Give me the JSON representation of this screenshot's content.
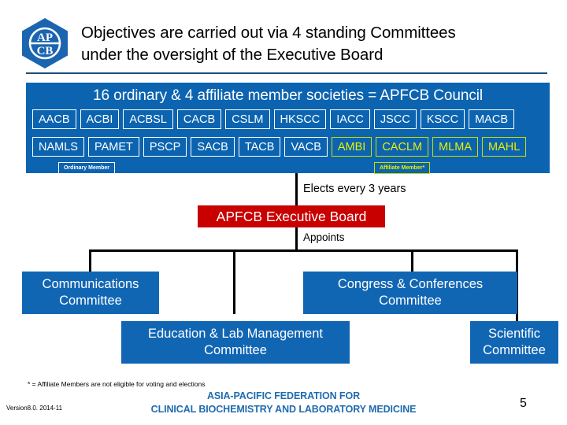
{
  "header": {
    "title_line1": "Objectives are carried out via 4 standing Committees",
    "title_line2": "under the oversight of the Executive Board",
    "logo_name": "apfcb-hexagon-logo",
    "logo_letters_top": "AP",
    "logo_letters_bottom": "CB"
  },
  "council": {
    "title": "16 ordinary & 4 affiliate member societies = APFCB Council",
    "row1": [
      {
        "label": "AACB",
        "type": "ordinary"
      },
      {
        "label": "ACBI",
        "type": "ordinary"
      },
      {
        "label": "ACBSL",
        "type": "ordinary"
      },
      {
        "label": "CACB",
        "type": "ordinary"
      },
      {
        "label": "CSLM",
        "type": "ordinary"
      },
      {
        "label": "HKSCC",
        "type": "ordinary"
      },
      {
        "label": "IACC",
        "type": "ordinary"
      },
      {
        "label": "JSCC",
        "type": "ordinary"
      },
      {
        "label": "KSCC",
        "type": "ordinary"
      },
      {
        "label": "MACB",
        "type": "ordinary"
      }
    ],
    "row2": [
      {
        "label": "NAMLS",
        "type": "ordinary"
      },
      {
        "label": "PAMET",
        "type": "ordinary"
      },
      {
        "label": "PSCP",
        "type": "ordinary"
      },
      {
        "label": "SACB",
        "type": "ordinary"
      },
      {
        "label": "TACB",
        "type": "ordinary"
      },
      {
        "label": "VACB",
        "type": "ordinary"
      },
      {
        "label": "AMBI",
        "type": "affiliate"
      },
      {
        "label": "CACLM",
        "type": "affiliate"
      },
      {
        "label": "MLMA",
        "type": "affiliate"
      },
      {
        "label": "MAHL",
        "type": "affiliate"
      }
    ],
    "legend_ordinary": "Ordinary Member",
    "legend_affiliate": "Affiliate Member*",
    "colors": {
      "panel_blue": "#0C64B0",
      "ordinary_outline": "#FFFFFF",
      "affiliate_outline": "#C8E000",
      "affiliate_text": "#E8F000"
    }
  },
  "flow": {
    "elects_label": "Elects every 3 years",
    "appoints_label": "Appoints",
    "executive_board": "APFCB Executive Board",
    "executive_board_color": "#C80000"
  },
  "committees": [
    {
      "line1": "Communications",
      "line2": "Committee"
    },
    {
      "line1": "Congress & Conferences",
      "line2": "Committee"
    },
    {
      "line1": "Education & Lab Management",
      "line2": "Committee"
    },
    {
      "line1": "Scientific",
      "line2": "Committee"
    }
  ],
  "committee_color": "#1166B4",
  "footer": {
    "footnote": "* =  Affiliate Members are not eligible for voting and elections",
    "version": "Version8.0. 2014-11",
    "org_line1": "ASIA-PACIFIC FEDERATION FOR",
    "org_line2": "CLINICAL BIOCHEMISTRY AND LABORATORY MEDICINE",
    "org_color": "#1F6BB0",
    "page_number": "5"
  }
}
